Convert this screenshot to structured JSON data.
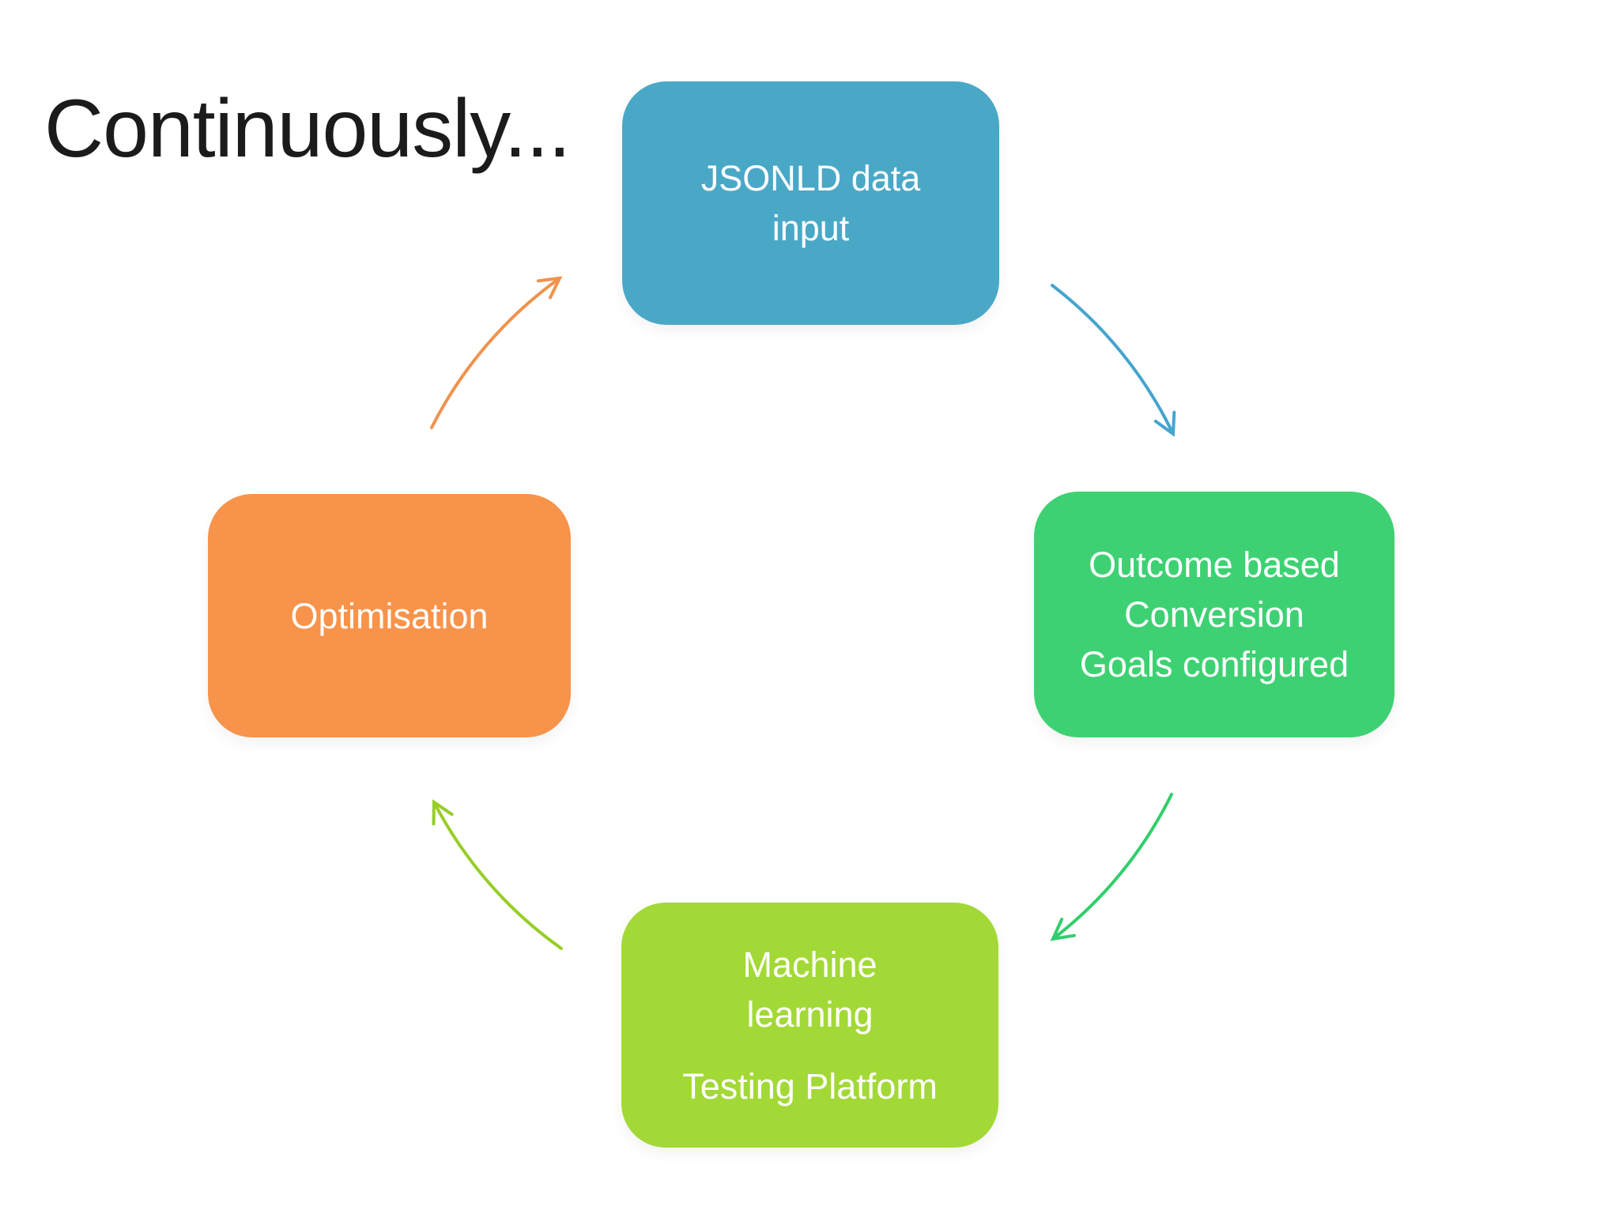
{
  "title": "Continuously...",
  "colors": {
    "background": "#ffffff",
    "title_text": "#1b1b1b",
    "box_text": "#ffffff",
    "blue_box": "#4AA8C7",
    "green_box": "#3ED173",
    "orange_box": "#F7934A",
    "lime_box": "#A2D936",
    "blue_arrow": "#45A4CE",
    "green_arrow": "#31CE6B",
    "lime_arrow": "#97CE27",
    "orange_arrow": "#F0924E"
  },
  "cycle": {
    "nodes": [
      {
        "id": "jsonld-data-input",
        "position": "top",
        "label": "JSONLD data\ninput"
      },
      {
        "id": "conversion-goals",
        "position": "right",
        "label": "Outcome based\nConversion\nGoals configured"
      },
      {
        "id": "machine-learning-testing",
        "position": "bottom",
        "label_line1": "Machine\nlearning",
        "label_line2": "Testing Platform"
      },
      {
        "id": "optimisation",
        "position": "left",
        "label": "Optimisation"
      }
    ],
    "arrows": [
      {
        "id": "arrow-input-to-goals",
        "from": "jsonld-data-input",
        "to": "conversion-goals",
        "color_key": "blue_arrow"
      },
      {
        "id": "arrow-goals-to-testing",
        "from": "conversion-goals",
        "to": "machine-learning-testing",
        "color_key": "green_arrow"
      },
      {
        "id": "arrow-testing-to-optimise",
        "from": "machine-learning-testing",
        "to": "optimisation",
        "color_key": "lime_arrow"
      },
      {
        "id": "arrow-optimise-to-input",
        "from": "optimisation",
        "to": "jsonld-data-input",
        "color_key": "orange_arrow"
      }
    ]
  }
}
